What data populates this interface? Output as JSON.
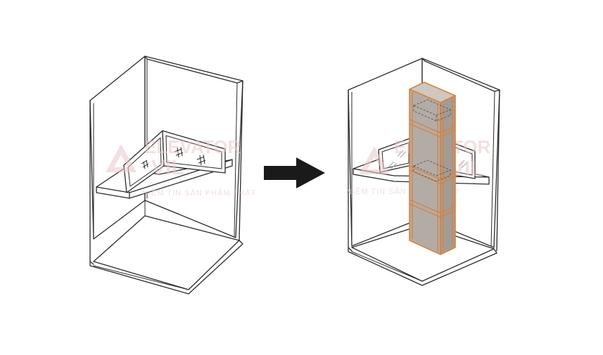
{
  "watermark": {
    "line1": "ELEVATOR",
    "line2": "VIL",
    "line3": "NIỀM TIN SẢN PHẨM THẬT"
  },
  "colors": {
    "line": "#2a2a2a",
    "shaft_frame": "#d9823a",
    "shaft_panel": "#b3aca6",
    "arrow": "#1a1a1a",
    "watermark": "#e9c7c7"
  },
  "icons": {
    "arrow": "right-arrow-icon",
    "watermark_logo": "elevator-vil-logo"
  }
}
